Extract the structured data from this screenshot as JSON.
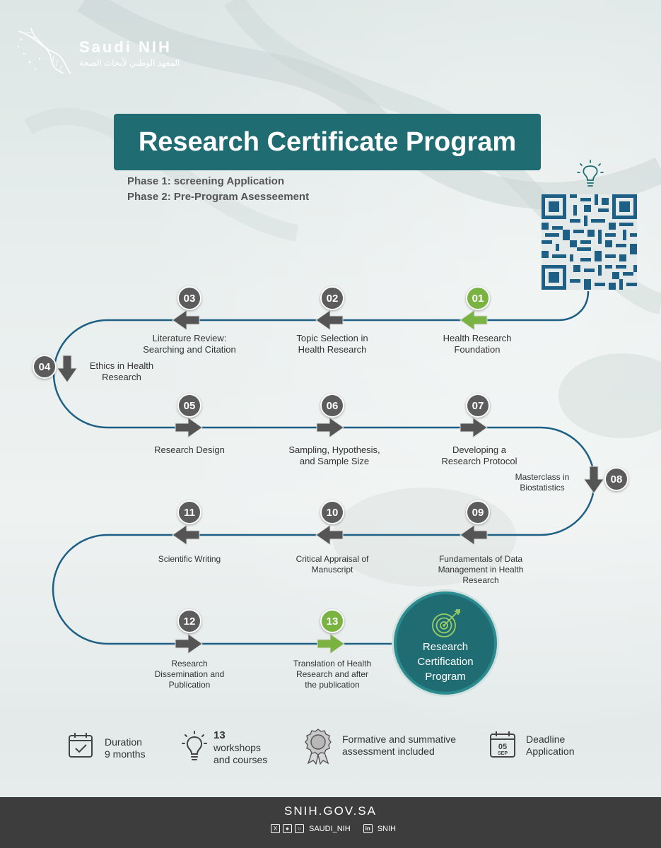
{
  "brand": {
    "name_en": "Saudi NIH",
    "name_ar": "المعهد الوطني لأبحاث الصحة"
  },
  "title": "Research Certificate Program",
  "phases": [
    "Phase 1: screening Application",
    "Phase 2: Pre-Program Asesseement"
  ],
  "steps": [
    {
      "num": "01",
      "label": "Health Research\nFoundation"
    },
    {
      "num": "02",
      "label": "Topic Selection in\nHealth Research"
    },
    {
      "num": "03",
      "label": "Literature Review:\nSearching and Citation"
    },
    {
      "num": "04",
      "label": "Ethics in Health\nResearch"
    },
    {
      "num": "05",
      "label": "Research Design"
    },
    {
      "num": "06",
      "label": "Sampling, Hypothesis,\nand Sample Size"
    },
    {
      "num": "07",
      "label": "Developing a\nResearch Protocol"
    },
    {
      "num": "08",
      "label": "Masterclass in\nBiostatistics"
    },
    {
      "num": "09",
      "label": "Fundamentals of Data\nManagement in Health\nResearch"
    },
    {
      "num": "10",
      "label": "Critical Appraisal of\nManuscript"
    },
    {
      "num": "11",
      "label": "Scientific Writing"
    },
    {
      "num": "12",
      "label": "Research\nDissemination and\nPublication"
    },
    {
      "num": "13",
      "label": "Translation of Health\nResearch and after\nthe publication"
    }
  ],
  "final": "Research\nCertification\nProgram",
  "info": {
    "duration": "Duration\n9 months",
    "workshops_count": "13",
    "workshops": "workshops\nand courses",
    "assessment": "Formative and summative\nassessment included",
    "deadline": "Deadline\nApplication",
    "deadline_day": "05",
    "deadline_month": "SEP"
  },
  "footer": {
    "url": "SNIH.GOV.SA",
    "handle": "SAUDI_NIH",
    "linkedin": "SNIH"
  },
  "colors": {
    "teal": "#1f6d72",
    "green": "#7bb342",
    "gray": "#5c5c5c",
    "line": "#1e5f86"
  }
}
